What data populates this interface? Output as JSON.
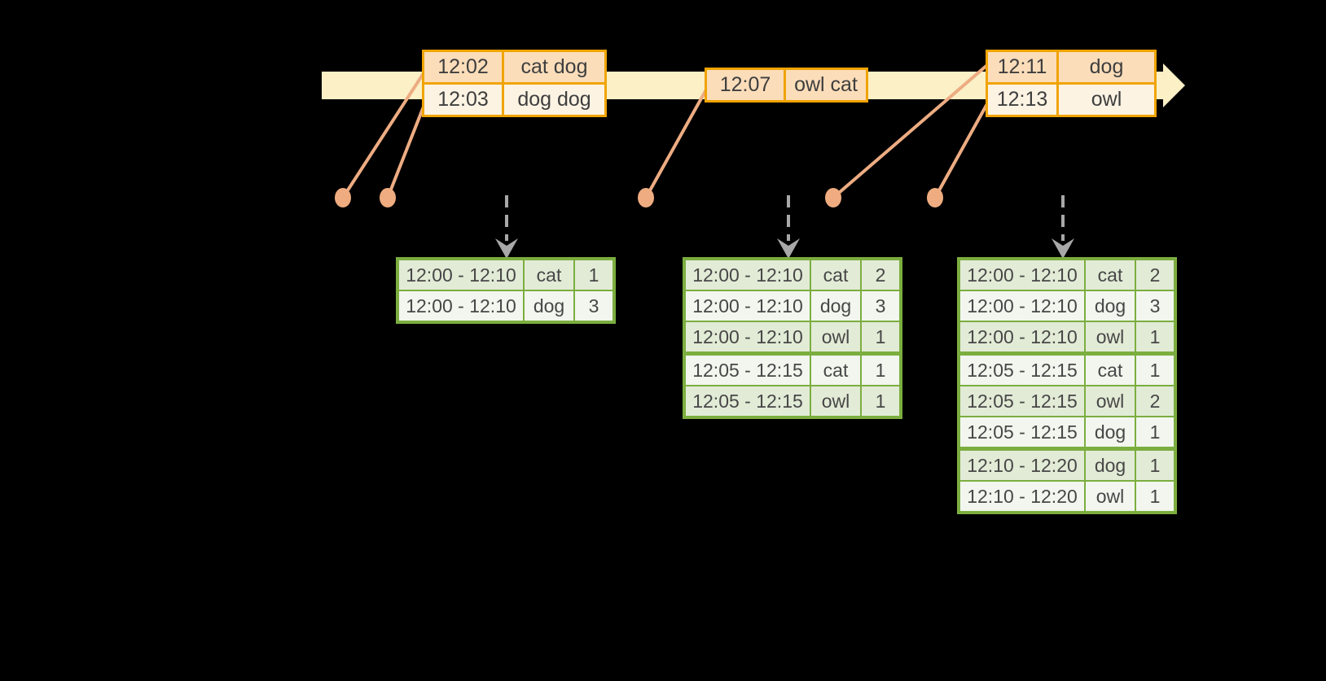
{
  "timeline": {
    "event_tables": [
      {
        "rows": [
          {
            "time": "12:02",
            "words": "cat dog"
          },
          {
            "time": "12:03",
            "words": "dog dog"
          }
        ]
      },
      {
        "rows": [
          {
            "time": "12:07",
            "words": "owl cat"
          }
        ]
      },
      {
        "rows": [
          {
            "time": "12:11",
            "words": "dog"
          },
          {
            "time": "12:13",
            "words": "owl"
          }
        ]
      }
    ]
  },
  "result_tables": [
    {
      "rows": [
        {
          "window": "12:00 - 12:10",
          "word": "cat",
          "count": "1"
        },
        {
          "window": "12:00 - 12:10",
          "word": "dog",
          "count": "3"
        }
      ]
    },
    {
      "rows": [
        {
          "window": "12:00 - 12:10",
          "word": "cat",
          "count": "2"
        },
        {
          "window": "12:00 - 12:10",
          "word": "dog",
          "count": "3"
        },
        {
          "window": "12:00 - 12:10",
          "word": "owl",
          "count": "1"
        },
        {
          "window": "12:05 - 12:15",
          "word": "cat",
          "count": "1"
        },
        {
          "window": "12:05 - 12:15",
          "word": "owl",
          "count": "1"
        }
      ]
    },
    {
      "rows": [
        {
          "window": "12:00 - 12:10",
          "word": "cat",
          "count": "2"
        },
        {
          "window": "12:00 - 12:10",
          "word": "dog",
          "count": "3"
        },
        {
          "window": "12:00 - 12:10",
          "word": "owl",
          "count": "1"
        },
        {
          "window": "12:05 - 12:15",
          "word": "cat",
          "count": "1"
        },
        {
          "window": "12:05 - 12:15",
          "word": "owl",
          "count": "2"
        },
        {
          "window": "12:05 - 12:15",
          "word": "dog",
          "count": "1"
        },
        {
          "window": "12:10 - 12:20",
          "word": "dog",
          "count": "1"
        },
        {
          "window": "12:10 - 12:20",
          "word": "owl",
          "count": "1"
        }
      ]
    }
  ],
  "colors": {
    "background": "#000000",
    "timeline_fill": "#FBF0C6",
    "event_table_border": "#F0A402",
    "event_cell_peach": "#FBDDBA",
    "event_cell_cream": "#FDF3E3",
    "connector_salmon": "#EDAC82",
    "result_table_border": "#7BAE3F",
    "result_cell_dark": "#E2EBD6",
    "result_cell_light": "#F2F6EE",
    "trigger_arrow_gray": "#A8A8A8",
    "text": "#404040"
  }
}
